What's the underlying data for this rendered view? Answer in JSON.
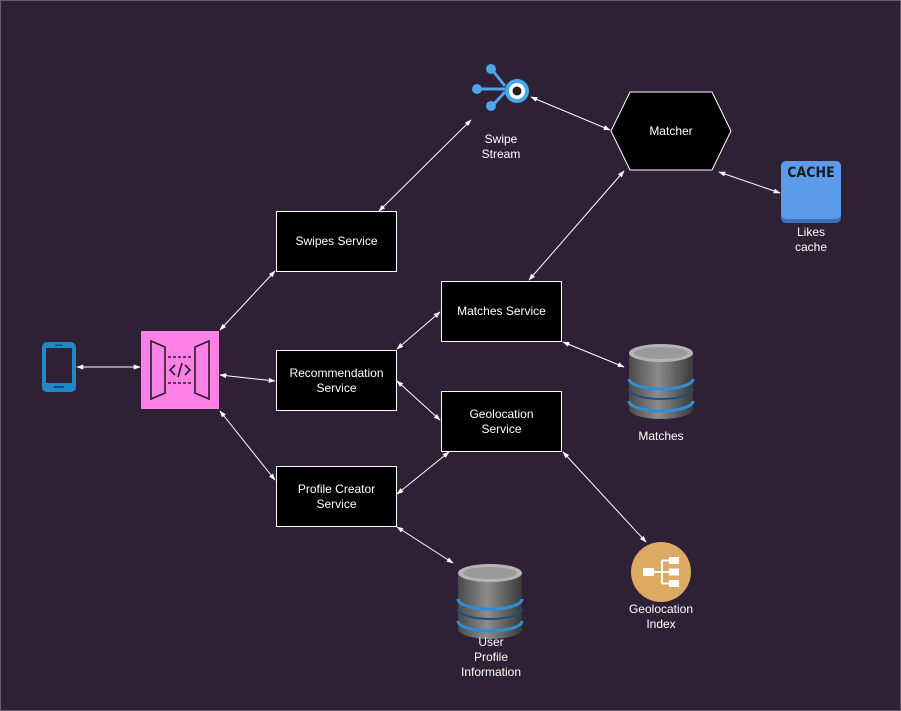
{
  "nodes": {
    "swipe_stream": "Swipe\nStream",
    "matcher": "Matcher",
    "cache_icon_text": "CACHE",
    "likes_cache": "Likes\ncache",
    "swipes_service": "Swipes Service",
    "matches_service": "Matches Service",
    "recommendation_service": "Recommendation\nService",
    "geolocation_service": "Geolocation\nService",
    "profile_creator_service": "Profile Creator\nService",
    "matches_db": "Matches",
    "user_profile_db": "User\nProfile\nInformation",
    "geolocation_index": "Geolocation\nIndex"
  },
  "icons": {
    "client": "mobile-phone-icon",
    "gateway": "api-gateway-icon",
    "stream": "stream-hub-icon",
    "cache": "cache-icon",
    "database": "database-icon",
    "index": "index-tree-icon"
  },
  "colors": {
    "background": "#2e2035",
    "gateway": "#ff80e6",
    "phone": "#1f88c9",
    "cache": "#5b9bea",
    "stream": "#4aa8e8",
    "index": "#dcaa63",
    "edge": "#ffffff"
  }
}
